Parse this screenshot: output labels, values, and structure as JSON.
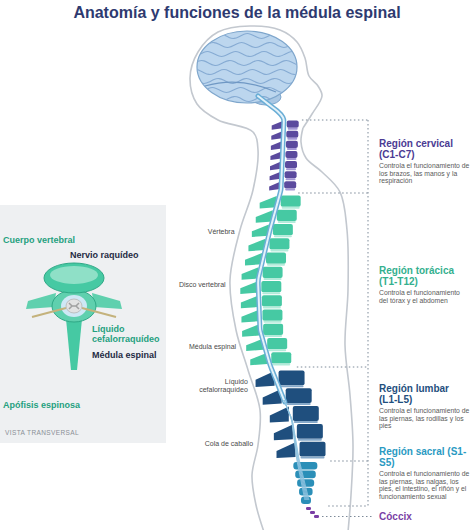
{
  "diagram": {
    "title": "Anatomía y funciones de la médula espinal",
    "nodes": [
      {
        "text": [
          "Cuerpo vertebral",
          "Nervio raquídeo",
          "Líquido cefalorraquídeo",
          "Médula espinal",
          "Apófisis espinosa",
          "VISTA TRANSVERSAL"
        ]
      }
    ],
    "labels": [
      "Vértebra",
      "Disco vertebral",
      "Médula espinal",
      "Líquido cefalorraquídeo",
      "Cola de caballo",
      "Región cervical (C1-C7)",
      "Controla el funcionamiento de los brazos, las manos y la respiración",
      "Región torácica (T1-T12)",
      "Controla el funcionamiento del tórax y el abdomen",
      "Región lumbar (L1-L5)",
      "Controla el funcionamiento de las piernas, las rodillas y los pies",
      "Región sacral (S1-S5)",
      "Controla el funcionamiento de las piernas, las nalgas, los pies, el intestino, el riñón y el funcionamiento sexual",
      "Cóccix"
    ]
  }
}
